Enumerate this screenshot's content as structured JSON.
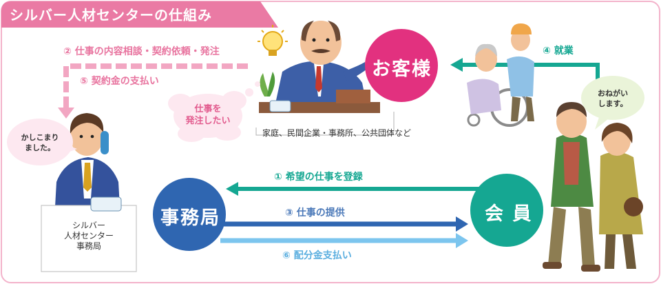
{
  "title": "シルバー人材センターの仕組み",
  "flow_labels": {
    "step2": "② 仕事の内容相談・契約依頼・発注",
    "step5": "⑤ 契約金の支払い",
    "step4": "④ 就業",
    "step1": "① 希望の仕事を登録",
    "step3": "③ 仕事の提供",
    "step6": "⑥ 配分金支払い"
  },
  "nodes": {
    "customer": "お客様",
    "office": "事務局",
    "member": "会 員"
  },
  "customer_note": "家庭、民間企業・事務所、公共団体など",
  "bubbles": {
    "customer_thought": "仕事を\n発注したい",
    "staff_reply": "かしこまり\nました。",
    "member_reply": "おねがい\nします。"
  },
  "office_sign": "シルバー\n人材センター\n事務局",
  "colors": {
    "pink": "#e8749f",
    "magenta": "#e2317f",
    "blue": "#2f66b1",
    "teal": "#15a792",
    "sky": "#6fc0ee"
  }
}
